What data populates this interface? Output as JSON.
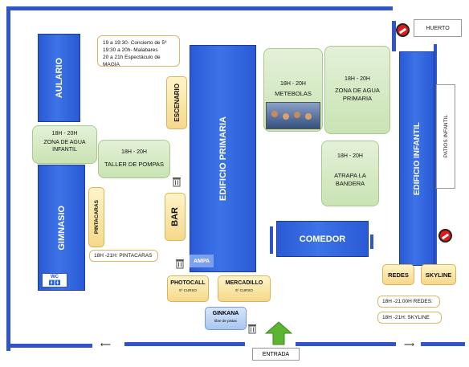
{
  "buildings": {
    "aulario": "AULARIO",
    "gimnasio": "GIMNASIO",
    "edificio_primaria": "EDIFICIO PRIMARIA",
    "edificio_infantil": "EDIFICIO INFANTIL",
    "comedor": "COMEDOR",
    "ampa": "AMPA"
  },
  "areas": {
    "huerto": "HUERTO",
    "patios_infantil": "PATIOS INFANTIL",
    "entrada": "ENTRADA",
    "wc": "WC"
  },
  "schedule_note": {
    "line1": "19 a 19:30- Concierto de 5º",
    "line2": "19:30 a 20h- Malabares",
    "line3": "20 a 21h Espectáculo de MAGIA"
  },
  "activities": {
    "zona_agua_infantil": {
      "time": "18H - 20H",
      "label": "ZONA DE AGUA INFANTIL"
    },
    "taller_pompas": {
      "time": "18H - 20H",
      "label": "TALLER DE POMPAS"
    },
    "metebolas": {
      "time": "18H - 20H",
      "label": "METEBOLAS"
    },
    "zona_agua_primaria": {
      "time": "18H - 20H",
      "label": "ZONA DE AGUA PRIMARIA"
    },
    "atrapa_bandera": {
      "time": "18H - 20H",
      "label": "ATRAPA LA BANDERA"
    },
    "escenario": "ESCENARIO",
    "bar": "BAR",
    "pintacaras": "PINTACARAS",
    "pintacaras_time": "18H -21H: PINTACARAS",
    "photocall": {
      "label": "PHOTOCALL",
      "sub": "5º CURSO"
    },
    "mercadillo": {
      "label": "MERCADILLO",
      "sub": "5º CURSO"
    },
    "ginkana": {
      "label": "GINKANA",
      "sub": "libre de pistas"
    },
    "redes": "REDES",
    "skyline": "SKYLINE",
    "redes_time": "18H -21:00H REDES:",
    "skyline_time": "18H -21H: SKYLINE"
  },
  "colors": {
    "building": "#2f55c8",
    "activity_green": "#c9e3b3",
    "activity_yellow": "#f6d88a",
    "no_entry": "#e01a1a"
  }
}
